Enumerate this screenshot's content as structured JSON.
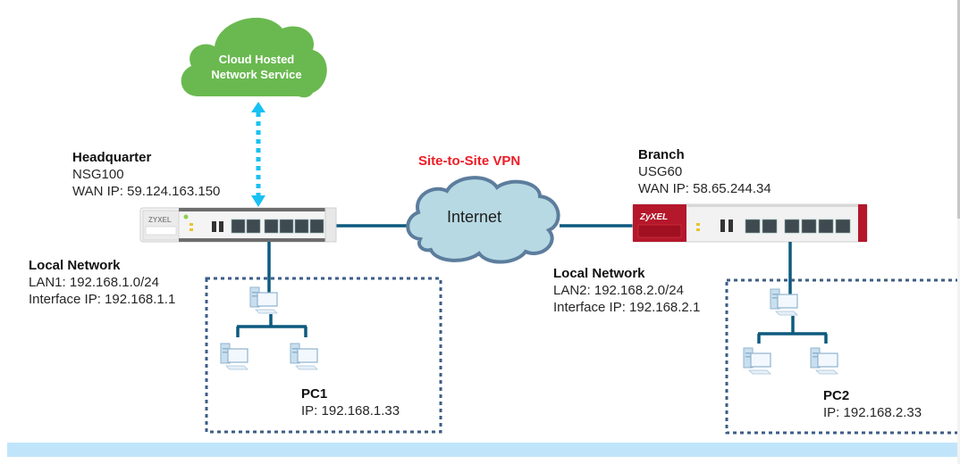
{
  "diagram": {
    "title": "Site-to-Site VPN",
    "cloud_service": {
      "label_line1": "Cloud Hosted",
      "label_line2": "Network Service"
    },
    "internet": {
      "label": "Internet"
    },
    "headquarter": {
      "title": "Headquarter",
      "model": "NSG100",
      "wan": "WAN IP: 59.124.163.150",
      "device_brand": "ZYXEL",
      "local_network": {
        "title": "Local Network",
        "lan": "LAN1: 192.168.1.0/24",
        "interface": "Interface IP: 192.168.1.1"
      },
      "pc": {
        "name": "PC1",
        "ip": "IP: 192.168.1.33"
      }
    },
    "branch": {
      "title": "Branch",
      "model": "USG60",
      "wan": "WAN IP: 58.65.244.34",
      "device_brand": "ZyXEL",
      "local_network": {
        "title": "Local Network",
        "lan": "LAN2: 192.168.2.0/24",
        "interface": "Interface IP: 192.168.2.1"
      },
      "pc": {
        "name": "PC2",
        "ip": "IP: 192.168.2.33"
      }
    },
    "colors": {
      "cloud_service": "#6ab950",
      "internet_cloud": "#b7d9e3",
      "internet_outline": "#5c7d9d",
      "link": "#0d5a7f",
      "dotted_box": "#3d5d86",
      "cloud_link": "#19c1f2",
      "vpn_label": "#ee1c25",
      "branch_device": "#b5172b"
    }
  }
}
